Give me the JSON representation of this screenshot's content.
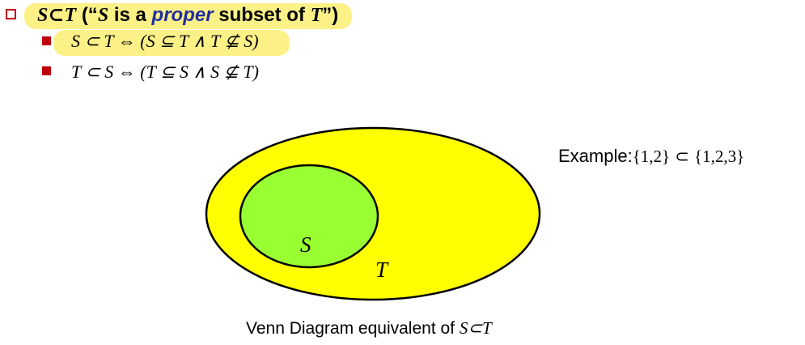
{
  "title": {
    "S": "S",
    "subset_sym": "⊂",
    "T": "T",
    "open_quote": "(“",
    "q_S": "S",
    "is_a": " is a ",
    "proper": "proper",
    "subset_of": " subset of ",
    "q_T": "T",
    "close_quote": "”)"
  },
  "bullets": [
    {
      "lhs": "S ⊂ T",
      "iff": "⇔",
      "rhs": "(S ⊆ T ∧ T ⊈ S)"
    },
    {
      "lhs": "T ⊂ S",
      "iff": "⇔",
      "rhs": "(T ⊆ S ∧ S ⊈ T)"
    }
  ],
  "example": {
    "label": "Example:",
    "set_a": "{1,2}",
    "subset_sym": "⊂",
    "set_b": "{1,2,3}"
  },
  "venn": {
    "outer_label": "T",
    "inner_label": "S",
    "outer_fill": "#ffff00",
    "inner_fill": "#99ff33",
    "stroke": "#000000"
  },
  "caption": {
    "text": "Venn Diagram equivalent of ",
    "expr": "S⊂T"
  },
  "colors": {
    "bullet_red": "#c0000b",
    "proper_blue": "#1f2fa0",
    "highlight_yellow": "#fbef7a"
  }
}
